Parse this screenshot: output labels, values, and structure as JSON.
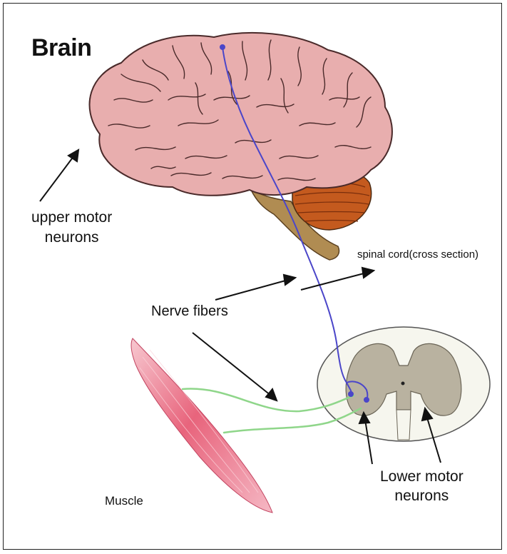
{
  "labels": {
    "title": "Brain",
    "upper_motor_line1": "upper motor",
    "upper_motor_line2": "neurons",
    "spinal_cord": "spinal cord(cross section)",
    "nerve_fibers": "Nerve fibers",
    "muscle": "Muscle",
    "lower_motor_line1": "Lower motor",
    "lower_motor_line2": "neurons"
  },
  "colors": {
    "brain_fill": "#e8aeae",
    "brain_outline": "#4a2a2a",
    "cerebellum": "#c45a1e",
    "brainstem": "#b08c52",
    "neuron_path": "#4b46c9",
    "nerve_fiber": "#8fd68a",
    "muscle": "#e8647c",
    "spinal_white": "#f6f6ee",
    "spinal_grey": "#b9b2a0"
  }
}
